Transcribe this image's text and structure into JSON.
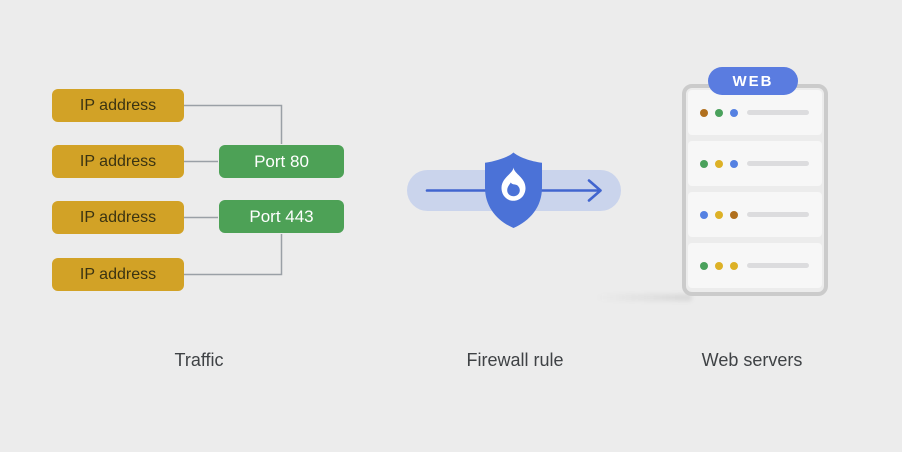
{
  "colors": {
    "canvas_bg": "#ececec",
    "ip_box": "#d2a226",
    "ip_text": "#3a3312",
    "port_box": "#4da156",
    "port_text": "#ffffff",
    "connector": "#9aa0a6",
    "pill": "#cad4ec",
    "arrow": "#4165cf",
    "shield": "#4b72d7",
    "flame": "#ffffff",
    "badge": "#5a7ce0",
    "badge_text": "#ffffff",
    "rack_border": "#cbcbcb",
    "unit_bg": "#f7f7f7",
    "bar": "#dcdcde",
    "label_text": "#3f4245"
  },
  "icons": {
    "firewall": "shield-flame-icon",
    "direction": "arrow-right-icon"
  },
  "traffic": {
    "label": "Traffic",
    "ip_boxes": [
      "IP address",
      "IP address",
      "IP address",
      "IP address"
    ],
    "ports": [
      "Port 80",
      "Port 443"
    ]
  },
  "firewall": {
    "label": "Firewall rule"
  },
  "web_servers": {
    "label": "Web servers",
    "badge": "WEB",
    "units": [
      {
        "dots": [
          "#b06f1d",
          "#4aa15c",
          "#5581e2"
        ]
      },
      {
        "dots": [
          "#4aa15c",
          "#ddb126",
          "#5581e2"
        ]
      },
      {
        "dots": [
          "#5581e2",
          "#ddb126",
          "#b06f1d"
        ]
      },
      {
        "dots": [
          "#4aa15c",
          "#ddb126",
          "#ddb126"
        ]
      }
    ]
  }
}
